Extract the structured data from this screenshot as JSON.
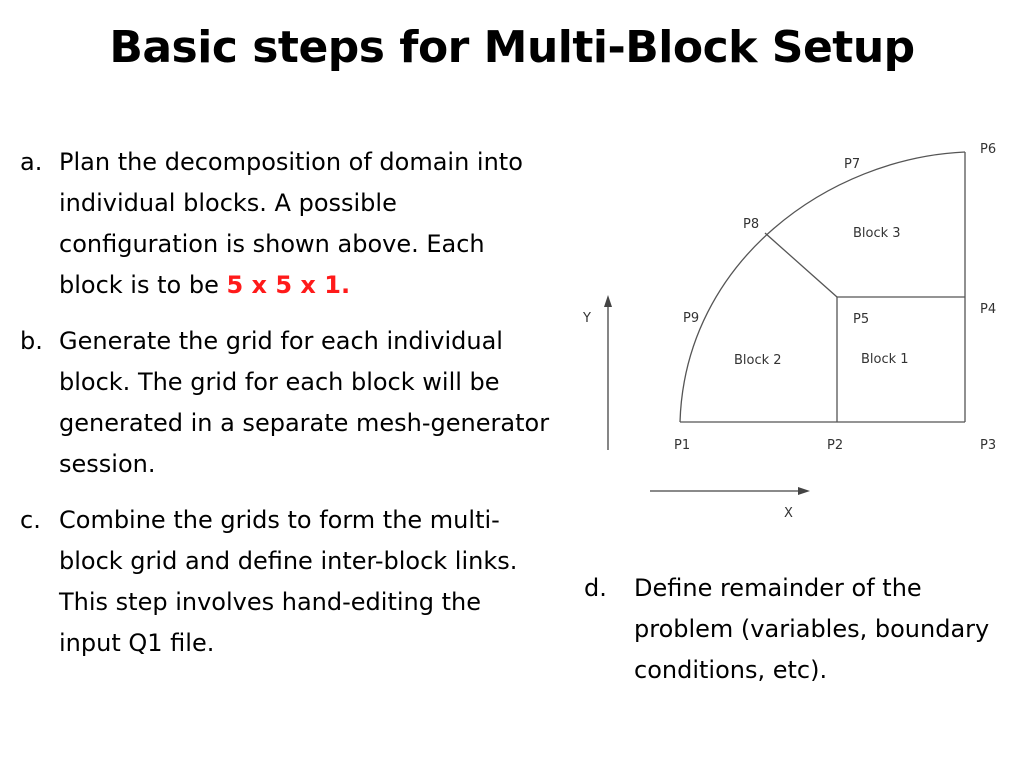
{
  "slide": {
    "title": "Basic steps for Multi-Block Setup",
    "steps": [
      {
        "marker": "a.",
        "text": "Plan the decomposition of domain into individual blocks. A possible configuration is shown above. Each block is to be ",
        "highlight": "5 x 5 x 1."
      },
      {
        "marker": "b.",
        "text": "Generate the grid for each individual block. The grid for each block will be generated in a separate mesh-generator session."
      },
      {
        "marker": "c.",
        "text": "Combine the grids to form the multi-block grid and define inter-block links. This step involves hand-editing the input Q1 file."
      },
      {
        "marker": "d.",
        "text": "Define remainder of the problem (variables, boundary conditions, etc)."
      }
    ],
    "highlight_color": "#ff1a1a"
  },
  "diagram": {
    "points": [
      "P1",
      "P2",
      "P3",
      "P4",
      "P5",
      "P6",
      "P7",
      "P8",
      "P9"
    ],
    "blocks": [
      "Block 1",
      "Block 2",
      "Block 3"
    ],
    "axis_x": "X",
    "axis_y": "Y"
  }
}
